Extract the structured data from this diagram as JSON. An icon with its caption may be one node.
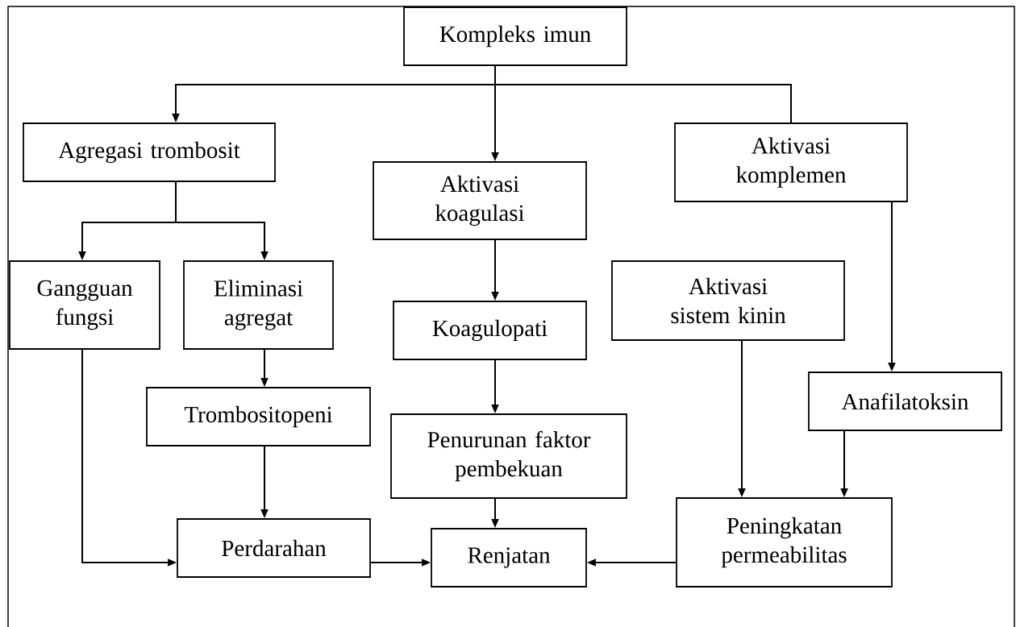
{
  "diagram": {
    "nodes": [
      {
        "text": [
          "Kompleks imun"
        ]
      },
      {
        "text": [
          "Agregasi trombosit"
        ]
      },
      {
        "text": [
          "Aktivasi koagulasi"
        ]
      },
      {
        "text": [
          "Aktivasi komplemen"
        ]
      },
      {
        "text": [
          "Gangguan fungsi"
        ]
      },
      {
        "text": [
          "Eliminasi agregat"
        ]
      },
      {
        "text": [
          "Koagulopati"
        ]
      },
      {
        "text": [
          "Aktivasi sistem kinin"
        ]
      },
      {
        "text": [
          "Trombositopeni"
        ]
      },
      {
        "text": [
          "Penurunan faktor pembekuan"
        ]
      },
      {
        "text": [
          "Anafilatoksin"
        ]
      },
      {
        "text": [
          "Perdarahan"
        ]
      },
      {
        "text": [
          "Renjatan"
        ]
      },
      {
        "text": [
          "Peningkatan permeabilitas"
        ]
      }
    ],
    "edges": [
      {
        "from": 0,
        "to": 1,
        "arrow": "to"
      },
      {
        "from": 0,
        "to": 2,
        "arrow": "to"
      },
      {
        "from": 0,
        "to": 3,
        "arrow": "none"
      },
      {
        "from": 1,
        "to": 4,
        "arrow": "to"
      },
      {
        "from": 1,
        "to": 5,
        "arrow": "to"
      },
      {
        "from": 2,
        "to": 6,
        "arrow": "to"
      },
      {
        "from": 3,
        "to": 10,
        "arrow": "to"
      },
      {
        "from": 5,
        "to": 8,
        "arrow": "to"
      },
      {
        "from": 6,
        "to": 9,
        "arrow": "to"
      },
      {
        "from": 4,
        "to": 11,
        "arrow": "to"
      },
      {
        "from": 8,
        "to": 11,
        "arrow": "to"
      },
      {
        "from": 7,
        "to": 13,
        "arrow": "to"
      },
      {
        "from": 10,
        "to": 13,
        "arrow": "to"
      },
      {
        "from": 9,
        "to": 12,
        "arrow": "to"
      },
      {
        "from": 11,
        "to": 12,
        "arrow": "to"
      },
      {
        "from": 13,
        "to": 12,
        "arrow": "to"
      }
    ]
  }
}
